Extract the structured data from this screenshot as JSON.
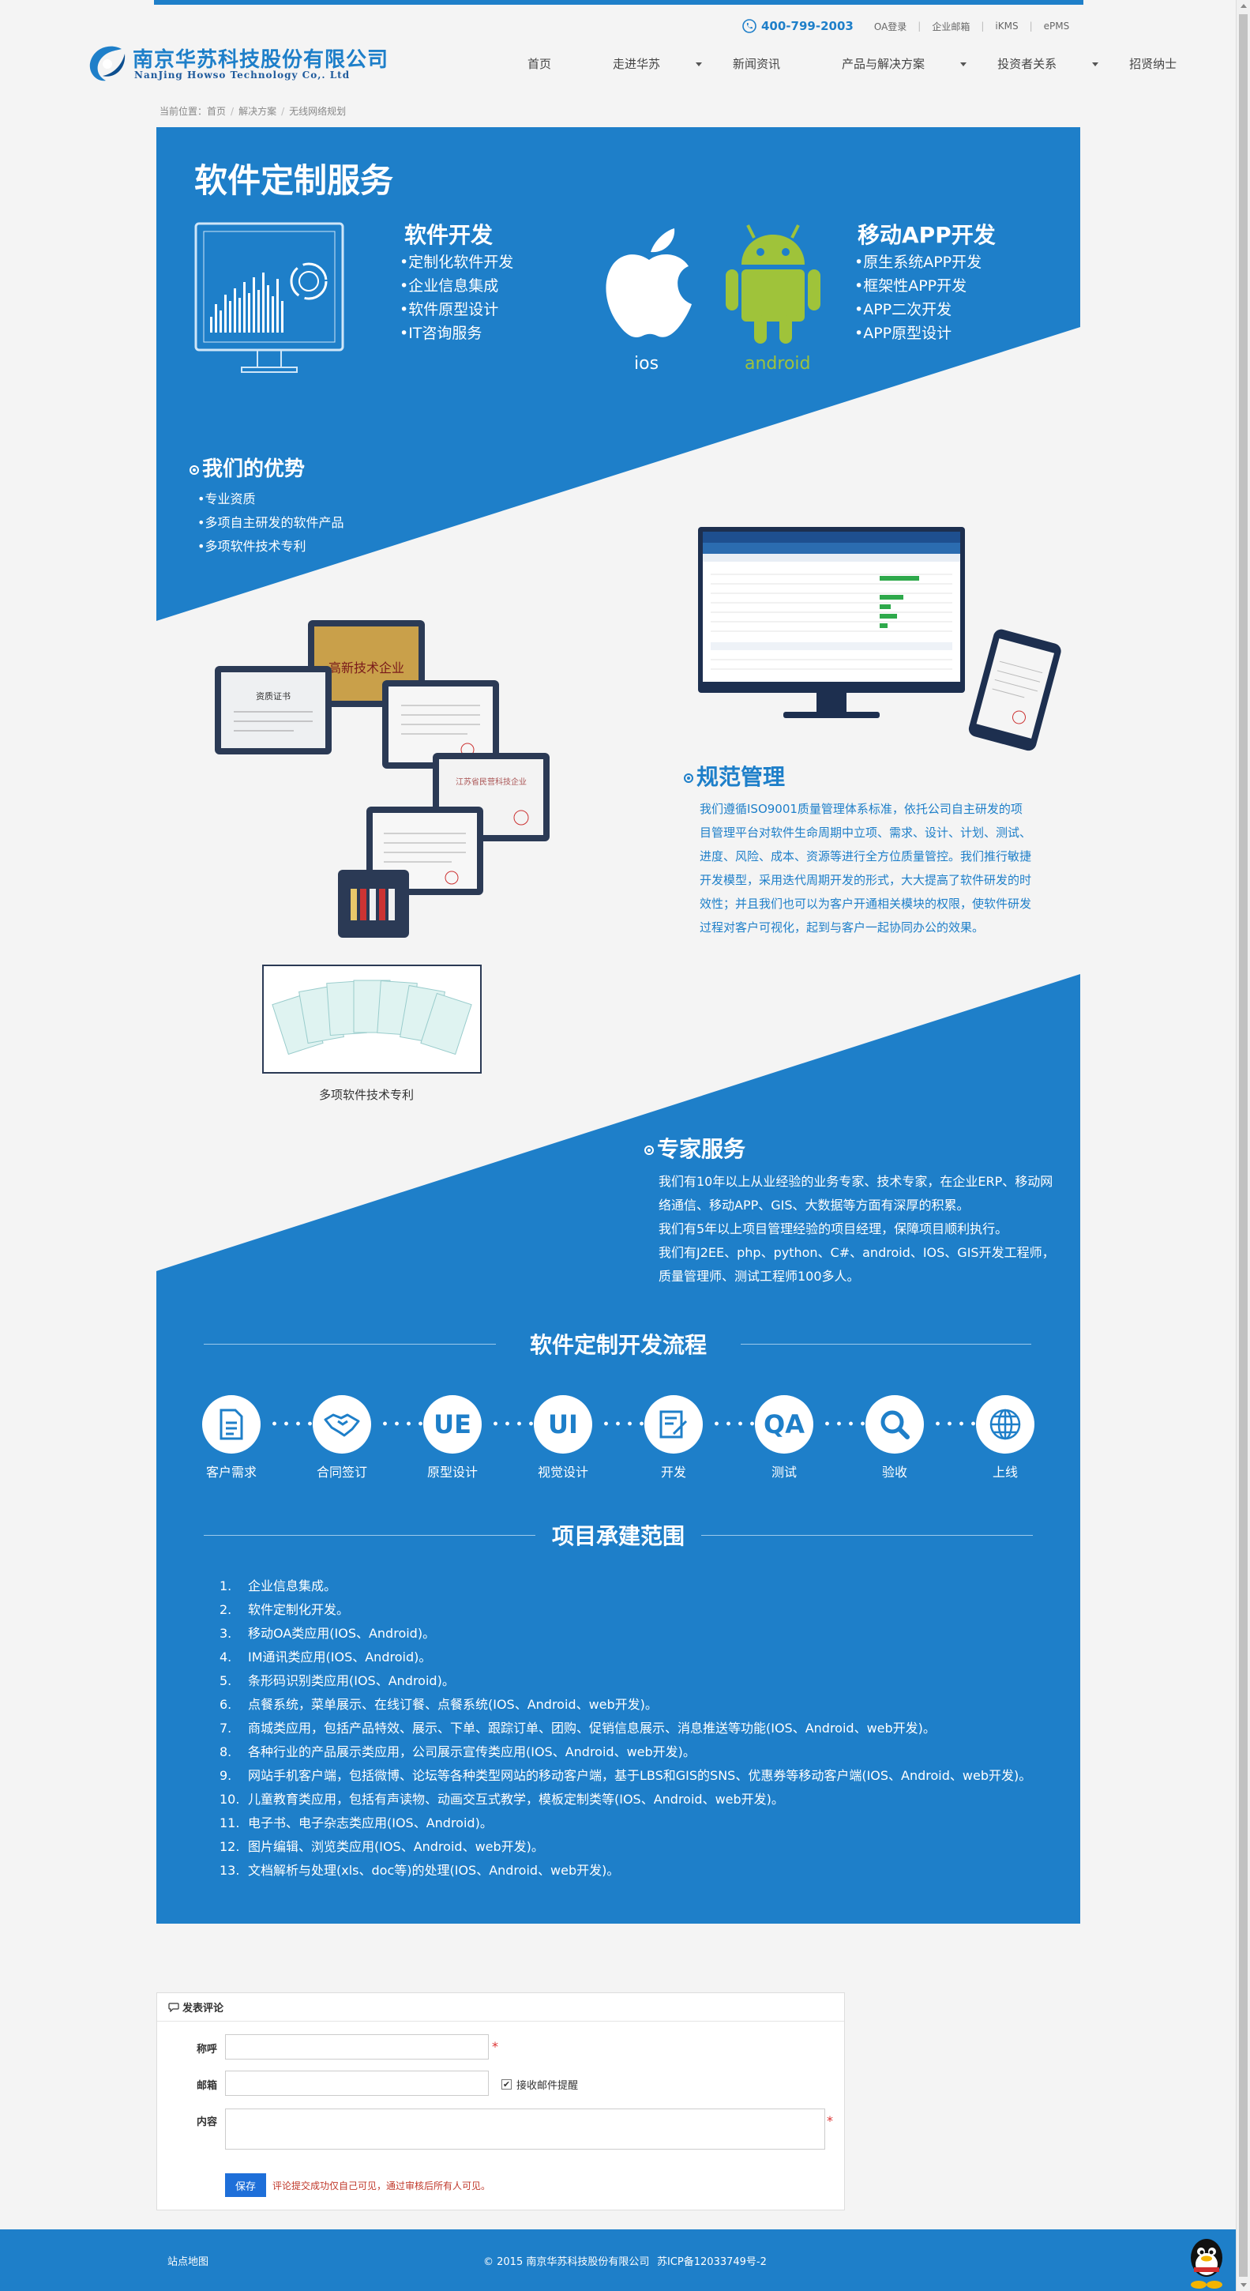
{
  "header": {
    "logo_cn": "南京华苏科技股份有限公司",
    "logo_en": "NanJing Howso Technology Co,. Ltd",
    "phone": "400-799-2003",
    "top_links": [
      "OA登录",
      "企业邮箱",
      "iKMS",
      "ePMS"
    ],
    "nav": [
      {
        "label": "首页",
        "dropdown": false
      },
      {
        "label": "走进华苏",
        "dropdown": true
      },
      {
        "label": "新闻资讯",
        "dropdown": false
      },
      {
        "label": "产品与解决方案",
        "dropdown": true
      },
      {
        "label": "投资者关系",
        "dropdown": true
      },
      {
        "label": "招贤纳士",
        "dropdown": false
      }
    ]
  },
  "breadcrumb": {
    "prefix": "当前位置：",
    "items": [
      "首页",
      "解决方案",
      "无线网络规划"
    ]
  },
  "banner": {
    "title": "软件定制服务",
    "software": {
      "heading": "软件开发",
      "items": [
        "•定制化软件开发",
        "•企业信息集成",
        "•软件原型设计",
        "•IT咨询服务"
      ]
    },
    "ios_label": "ios",
    "android_label": "android",
    "mobile": {
      "heading": "移动APP开发",
      "items": [
        "•原生系统APP开发",
        "•框架性APP开发",
        "•APP二次开发",
        "•APP原型设计"
      ]
    }
  },
  "advantage": {
    "heading": "我们的优势",
    "items": [
      "•专业资质",
      "•多项自主研发的软件产品",
      "•多项软件技术专利"
    ]
  },
  "certificates": {
    "labels": [
      "资质证书",
      "高新技术企业",
      "江苏省民营科技企业"
    ],
    "patent_caption": "多项软件技术专利"
  },
  "management": {
    "heading": "规范管理",
    "text": "我们遵循ISO9001质量管理体系标准，依托公司自主研发的项目管理平台对软件生命周期中立项、需求、设计、计划、测试、进度、风险、成本、资源等进行全方位质量管控。我们推行敏捷开发模型，采用迭代周期开发的形式，大大提高了软件研发的时效性；并且我们也可以为客户开通相关模块的权限，使软件研发过程对客户可视化，起到与客户一起协同办公的效果。"
  },
  "expert": {
    "heading": "专家服务",
    "paragraphs": [
      "我们有10年以上从业经验的业务专家、技术专家，在企业ERP、移动网络通信、移动APP、GIS、大数据等方面有深厚的积累。",
      "我们有5年以上项目管理经验的项目经理，保障项目顺利执行。",
      "我们有J2EE、php、python、C#、android、IOS、GIS开发工程师，质量管理师、测试工程师100多人。"
    ]
  },
  "process": {
    "title": "软件定制开发流程",
    "steps": [
      {
        "label": "客户需求",
        "icon": "document-icon",
        "text": ""
      },
      {
        "label": "合同签订",
        "icon": "handshake-icon",
        "text": ""
      },
      {
        "label": "原型设计",
        "icon": "ue-icon",
        "text": "UE"
      },
      {
        "label": "视觉设计",
        "icon": "ui-icon",
        "text": "UI"
      },
      {
        "label": "开发",
        "icon": "edit-icon",
        "text": ""
      },
      {
        "label": "测试",
        "icon": "qa-icon",
        "text": "QA"
      },
      {
        "label": "验收",
        "icon": "search-icon",
        "text": ""
      },
      {
        "label": "上线",
        "icon": "globe-icon",
        "text": ""
      }
    ]
  },
  "scope": {
    "title": "项目承建范围",
    "items": [
      "企业信息集成。",
      "软件定制化开发。",
      "移动OA类应用(IOS、Android)。",
      "IM通讯类应用(IOS、Android)。",
      "条形码识别类应用(IOS、Android)。",
      "点餐系统，菜单展示、在线订餐、点餐系统(IOS、Android、web开发)。",
      "商城类应用，包括产品特效、展示、下单、跟踪订单、团购、促销信息展示、消息推送等功能(IOS、Android、web开发)。",
      "各种行业的产品展示类应用，公司展示宣传类应用(IOS、Android、web开发)。",
      "网站手机客户端，包括微博、论坛等各种类型网站的移动客户端，基于LBS和GIS的SNS、优惠券等移动客户端(IOS、Android、web开发)。",
      "儿童教育类应用，包括有声读物、动画交互式教学，模板定制类等(IOS、Android、web开发)。",
      "电子书、电子杂志类应用(IOS、Android)。",
      "图片编辑、浏览类应用(IOS、Android、web开发)。",
      "文档解析与处理(xls、doc等)的处理(IOS、Android、web开发)。"
    ]
  },
  "comment": {
    "title": "发表评论",
    "name_label": "称呼",
    "name_value": "",
    "email_label": "邮箱",
    "email_value": "",
    "notify_label": "接收邮件提醒",
    "notify_checked": true,
    "content_label": "内容",
    "content_value": "",
    "submit_label": "保存",
    "note": "评论提交成功仅自己可见，通过审核后所有人可见。"
  },
  "footer": {
    "sitemap": "站点地图",
    "copyright": "© 2015 南京华苏科技股份有限公司",
    "icp": "苏ICP备12033749号-2"
  },
  "colors": {
    "brand": "#1e7fc9",
    "button": "#1e6fd9",
    "android": "#9fc33a"
  }
}
